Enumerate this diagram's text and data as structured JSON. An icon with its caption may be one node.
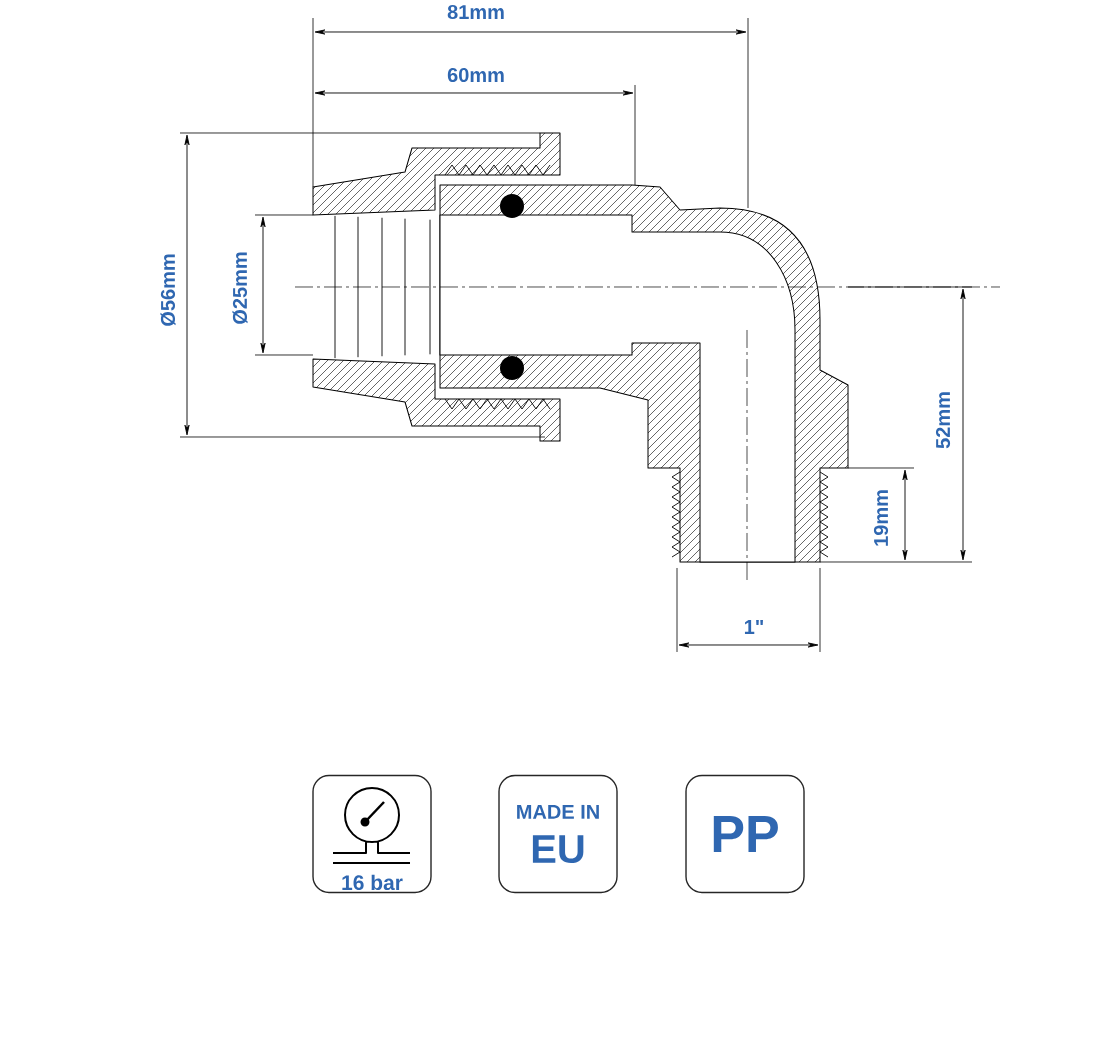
{
  "diagram": {
    "nodes": [
      {
        "text": [
          "16 bar"
        ]
      },
      {
        "text": [
          "MADE IN",
          "EU"
        ]
      },
      {
        "text": [
          "PP"
        ]
      }
    ],
    "labels": [
      "81mm",
      "60mm",
      "Ø56mm",
      "Ø25mm",
      "52mm",
      "19mm",
      "1\""
    ]
  }
}
